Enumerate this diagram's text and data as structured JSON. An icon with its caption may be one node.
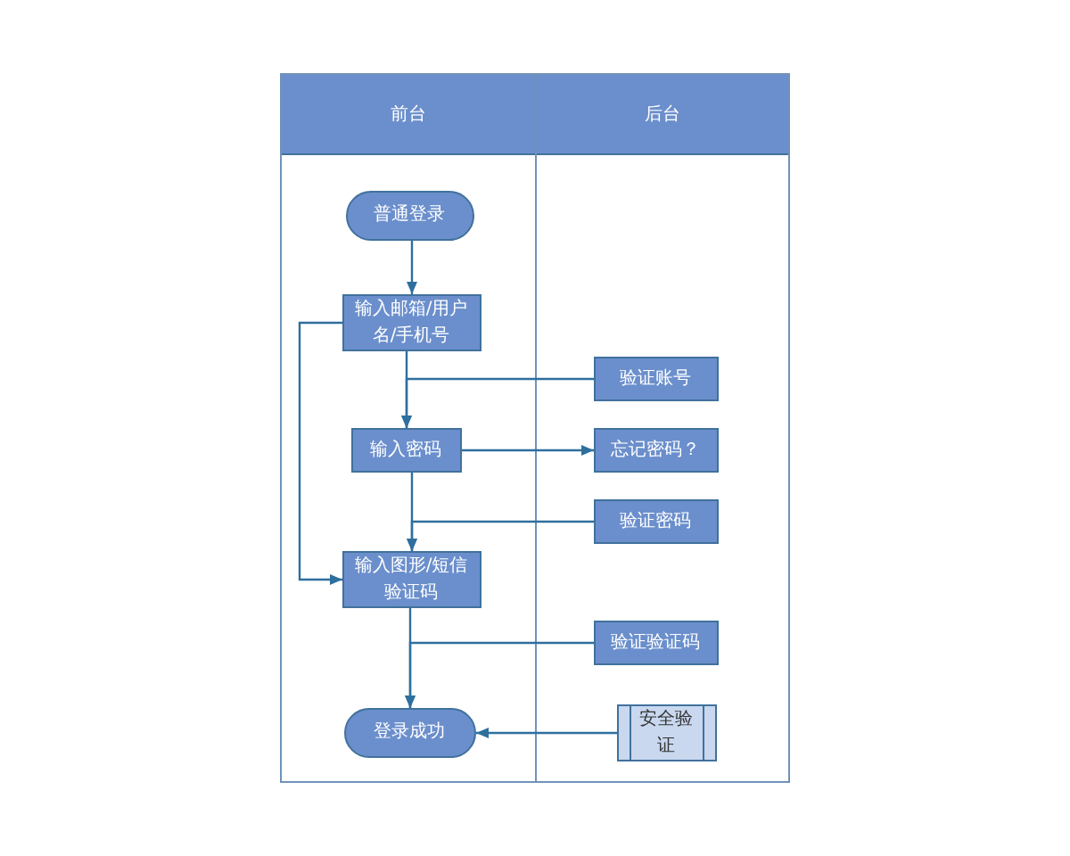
{
  "diagram": {
    "nodes": [
      {
        "text": [
          "前台"
        ]
      },
      {
        "text": [
          "后台"
        ]
      },
      {
        "text": [
          "普通登录"
        ],
        "in": 0
      },
      {
        "text": [
          "输入邮箱/用户名/手机号"
        ],
        "in": 0
      },
      {
        "text": [
          "验证账号"
        ],
        "in": 1
      },
      {
        "text": [
          "输入密码"
        ],
        "in": 0
      },
      {
        "text": [
          "忘记密码？"
        ],
        "in": 1
      },
      {
        "text": [
          "验证密码"
        ],
        "in": 1
      },
      {
        "text": [
          "输入图形/短信验证码"
        ],
        "in": 0
      },
      {
        "text": [
          "验证验证码"
        ],
        "in": 1
      },
      {
        "text": [
          "登录成功"
        ],
        "in": 0
      },
      {
        "text": [
          "安全验证"
        ],
        "in": 1
      }
    ],
    "edges": [
      {
        "from": 2,
        "to": 3,
        "arrow": "to"
      },
      {
        "from": 3,
        "to": 5,
        "arrow": "to"
      },
      {
        "from": 4,
        "to": 5,
        "arrow": "to"
      },
      {
        "from": 5,
        "to": 6,
        "arrow": "to"
      },
      {
        "from": 5,
        "to": 8,
        "arrow": "to"
      },
      {
        "from": 7,
        "to": 8,
        "arrow": "to"
      },
      {
        "from": 3,
        "to": 8,
        "arrow": "to"
      },
      {
        "from": 8,
        "to": 10,
        "arrow": "to"
      },
      {
        "from": 9,
        "to": 10,
        "arrow": "to"
      },
      {
        "from": 11,
        "to": 10,
        "arrow": "to"
      }
    ]
  }
}
